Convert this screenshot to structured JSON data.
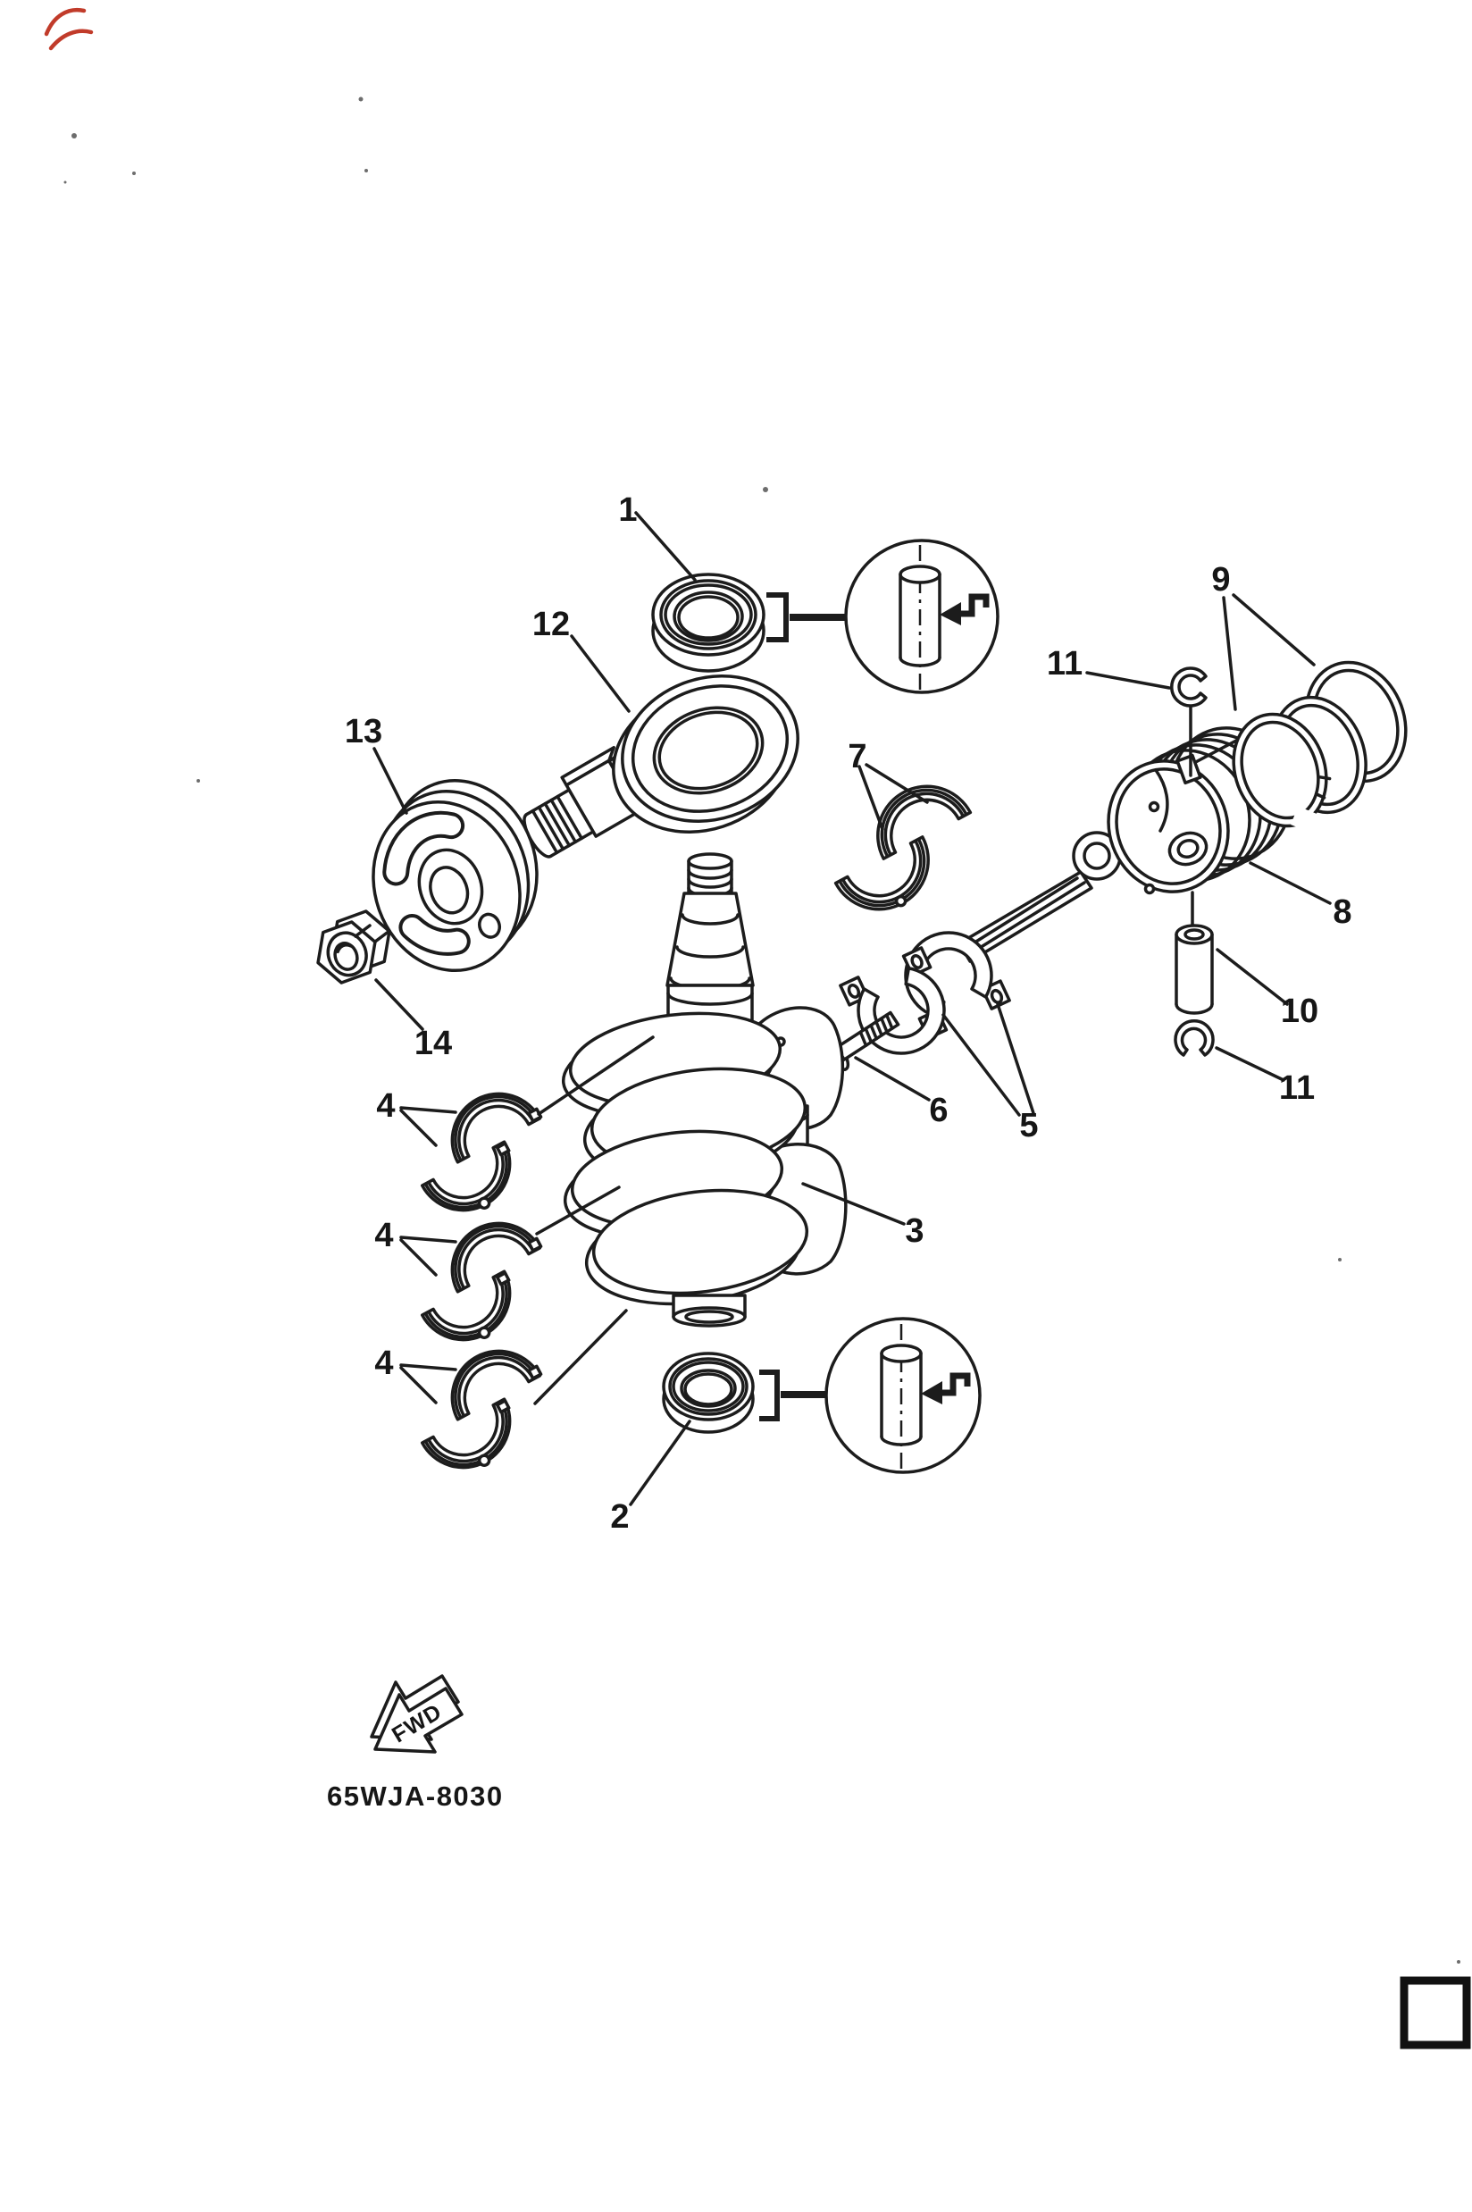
{
  "document": {
    "part_code": "65WJA-8030",
    "fwd_label": "FWD",
    "ink_color": "#1c1c1c",
    "paper_color": "#ffffff",
    "correction_mark_color": "#c13b2a"
  },
  "callouts": {
    "n1": "1",
    "n2": "2",
    "n3": "3",
    "n4": "4",
    "n5": "5",
    "n6": "6",
    "n7": "7",
    "n8": "8",
    "n9": "9",
    "n10": "10",
    "n11": "11",
    "n12": "12",
    "n13": "13",
    "n14": "14"
  }
}
